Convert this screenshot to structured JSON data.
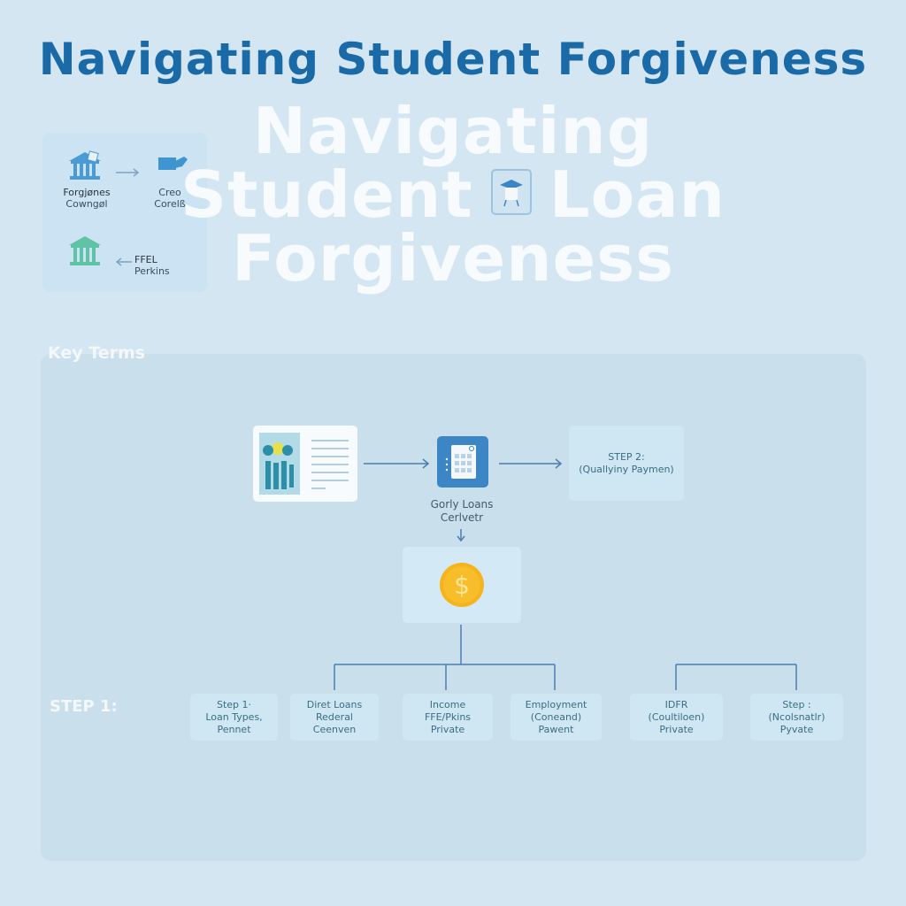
{
  "header": {
    "top_title": "Navigating Student Forgiveness",
    "big_title": {
      "line1": "Navigating",
      "line2_left": "Student",
      "line2_right": "Loan",
      "line3": "Forgiveness"
    }
  },
  "legend": {
    "items": [
      {
        "icon": "bank-icon",
        "label_line1": "Forgjønes",
        "label_line2": "Cowngøl"
      },
      {
        "icon": "chat-icon",
        "label_line1": "Creo",
        "label_line2": "Corelß"
      },
      {
        "icon": "bank-icon",
        "label_line1": "FFEL",
        "label_line2": "Perkins"
      }
    ]
  },
  "key_terms": {
    "label": "Key Terms"
  },
  "flow": {
    "node_doc": {
      "icon": "document-people-icon"
    },
    "node_calc": {
      "icon": "calculator-icon",
      "label_line1": "Gorly Loans",
      "label_line2": "Cerlvetr"
    },
    "node_step2": {
      "line1": "STEP 2:",
      "line2": "(Quallyiny Paymen)"
    },
    "node_coin": {
      "icon": "dollar-coin-icon",
      "glyph": "$"
    }
  },
  "step1": {
    "label": "STEP 1:",
    "boxes": [
      {
        "line1": "Step 1·",
        "line2": "Loan Types,",
        "line3": "Pennet"
      },
      {
        "line1": "Diret Loans",
        "line2": "Rederal",
        "line3": "Ceenven"
      },
      {
        "line1": "Income",
        "line2": "FFE/Pkins",
        "line3": "Private"
      },
      {
        "line1": "Employment",
        "line2": "(Coneand)",
        "line3": "Pawent"
      },
      {
        "line1": "IDFR",
        "line2": "(Coultiloen)",
        "line3": "Private"
      },
      {
        "line1": "Step :",
        "line2": "(Ncolsnatlr)",
        "line3": "Pyvate"
      }
    ]
  },
  "colors": {
    "background": "#d3e6f2",
    "title_blue": "#1a6aa8",
    "accent_blue": "#3d86c6",
    "line_blue": "#4a7fae",
    "coin_gold": "#f6b31a",
    "teal_text": "#3c6d83"
  }
}
